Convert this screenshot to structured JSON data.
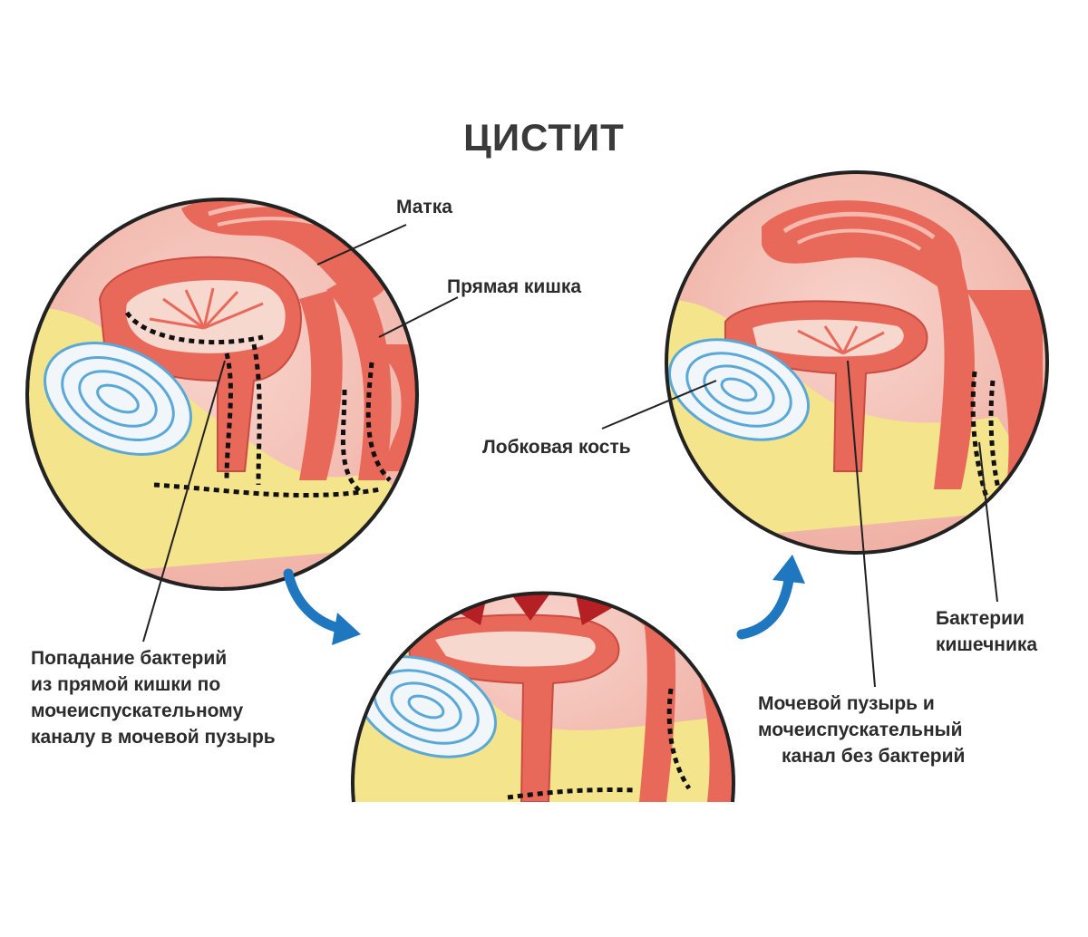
{
  "title": "ЦИСТИТ",
  "labels": {
    "uterus": "Матка",
    "rectum": "Прямая кишка",
    "pubic_bone": "Лобковая кость",
    "bacteria_entry": [
      "Попадание бактерий",
      "из прямой кишки по",
      "мочеиспускательному",
      "каналу в мочевой пузырь"
    ],
    "clean_bladder": [
      "Мочевой пузырь и",
      "мочеиспускательный",
      "канал без бактерий"
    ],
    "gut_bacteria": [
      "Бактерии",
      "кишечника"
    ]
  },
  "colors": {
    "tissue_pink": "#f2b3a8",
    "muscle_red": "#e8685a",
    "fat_yellow": "#f4e58c",
    "bone_blue": "#5aa8d8",
    "arrow_blue": "#1f77c0",
    "pressure_arrow_red": "#b52025",
    "bacteria_black": "#111111",
    "outline": "#222222"
  },
  "icons": [
    "circle-arrow-right-down",
    "circle-arrow-right-up",
    "pressure-arrow-down"
  ]
}
